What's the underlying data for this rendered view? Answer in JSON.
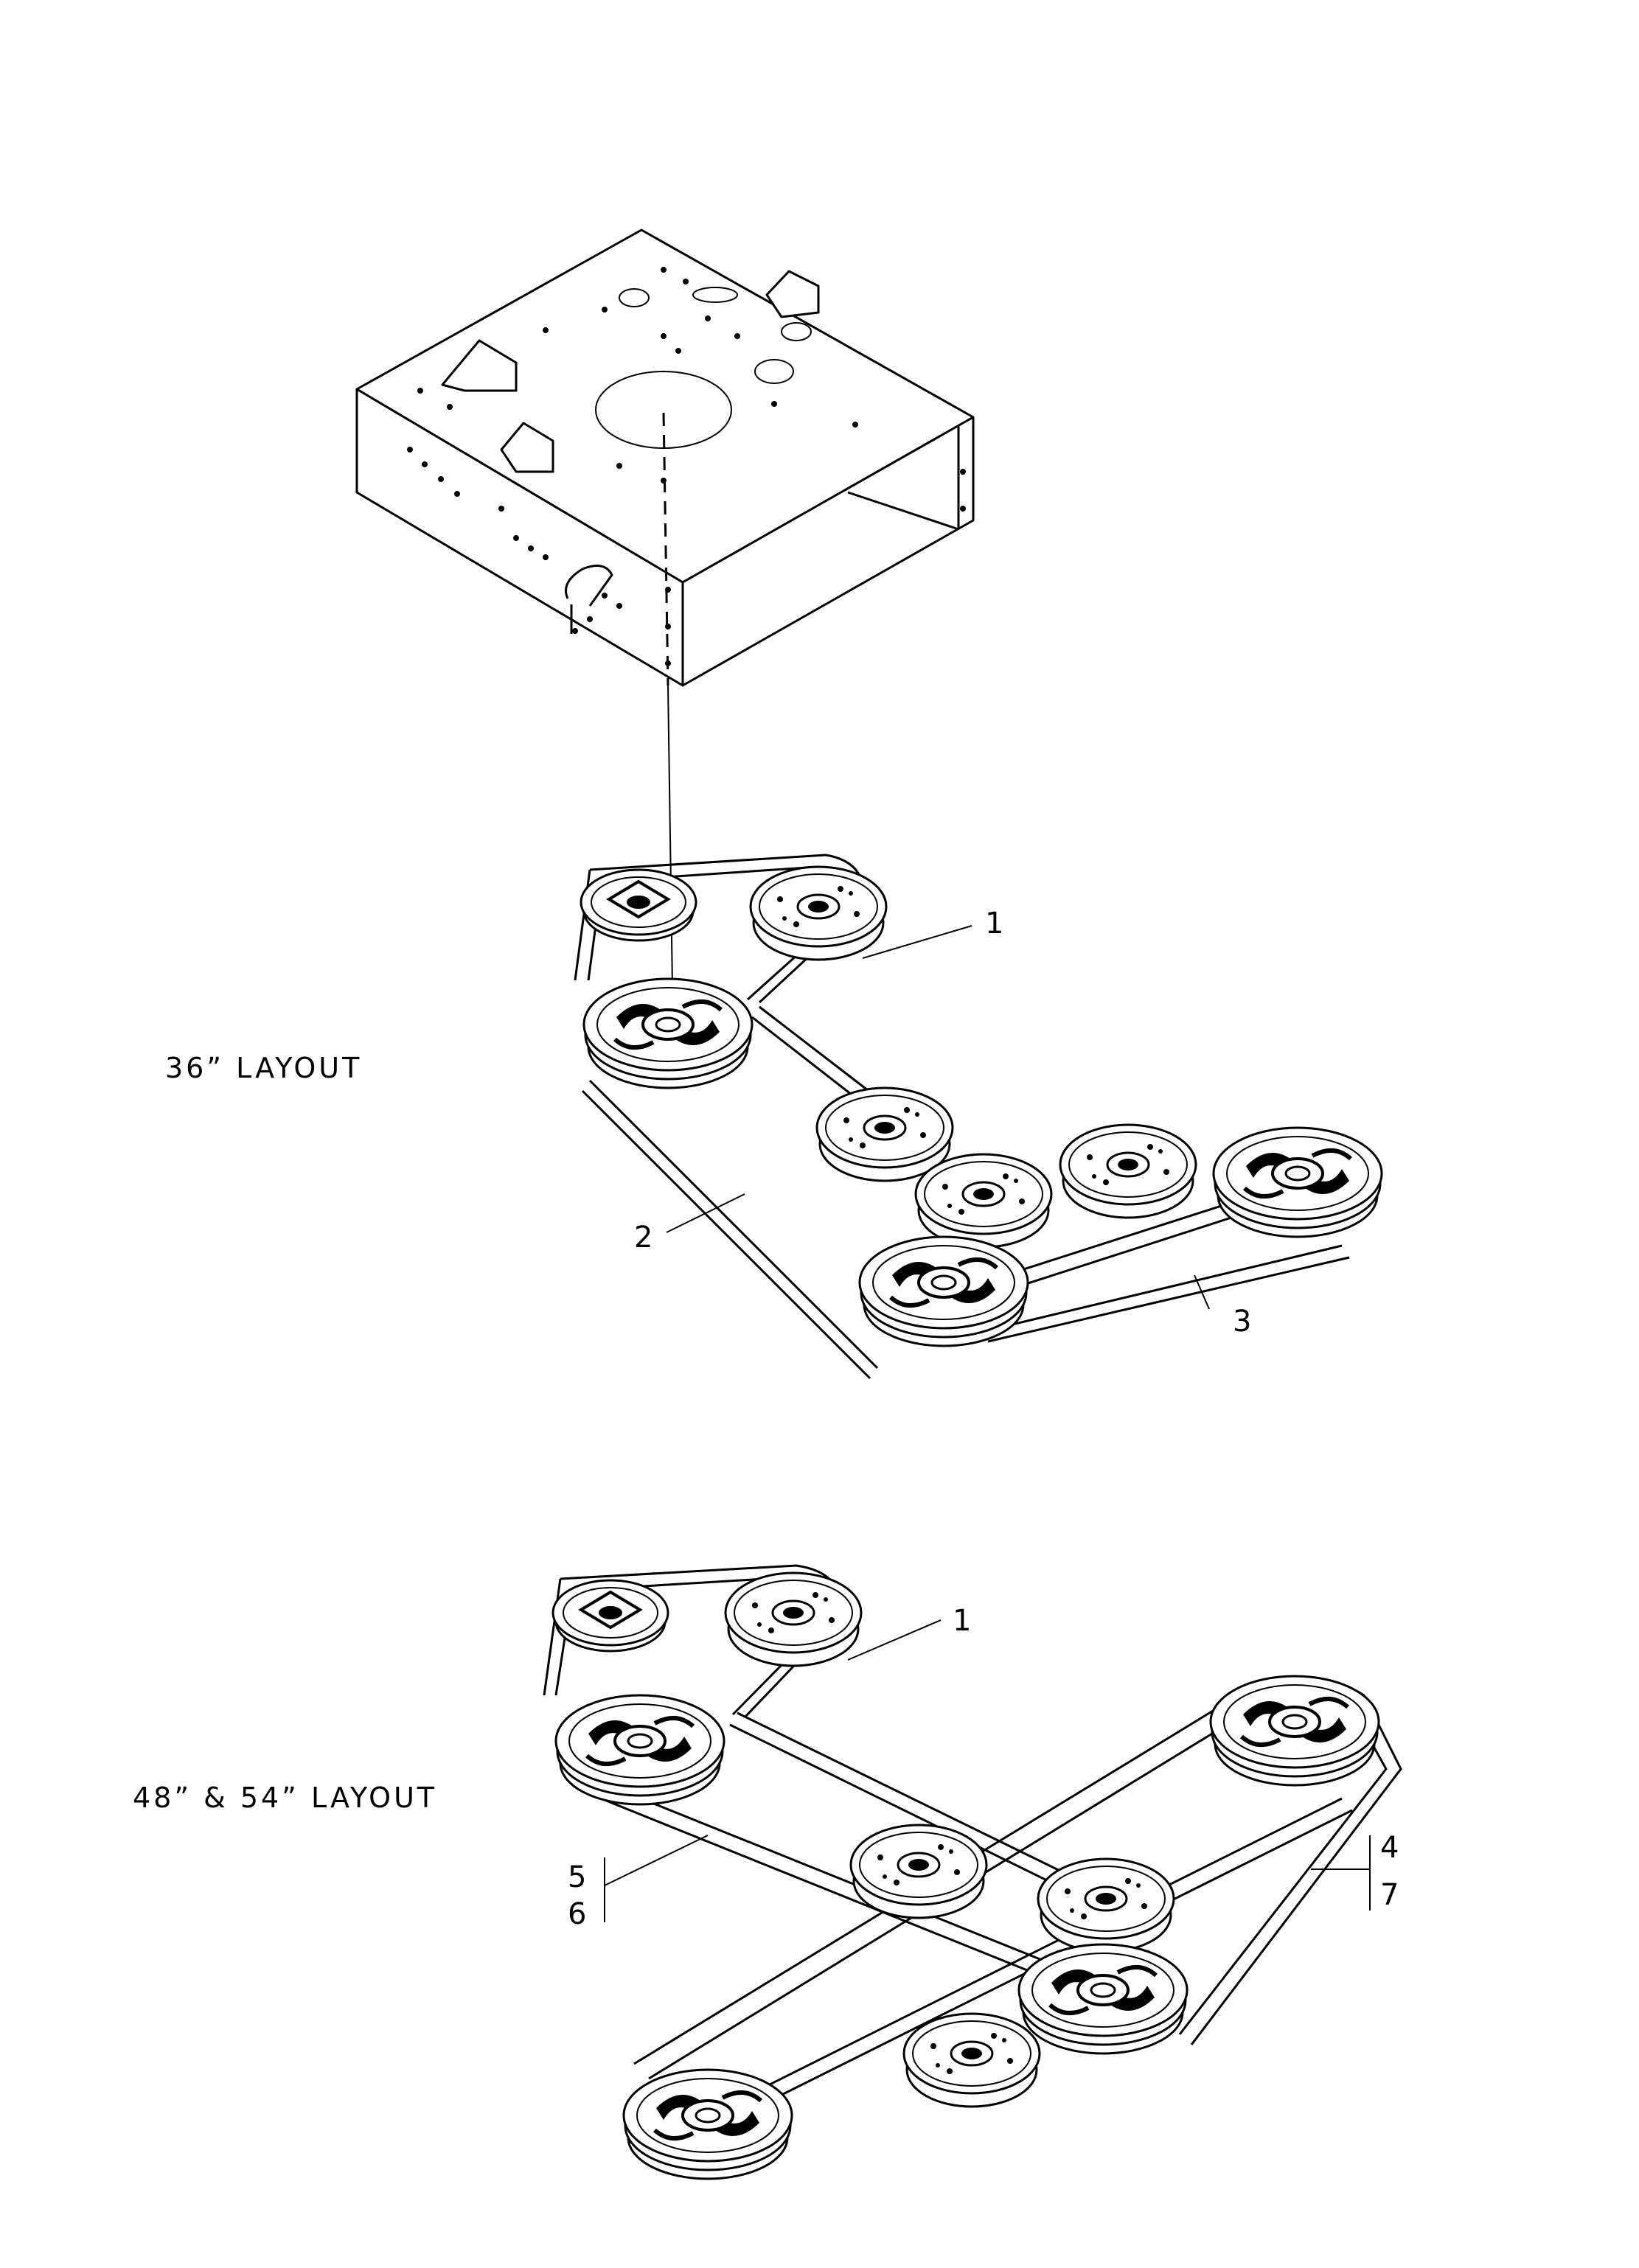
{
  "layouts": [
    {
      "label": "36” LAYOUT",
      "callouts": [
        "1",
        "2",
        "3"
      ]
    },
    {
      "label": "48” & 54” LAYOUT",
      "callouts": [
        "1",
        "5",
        "6",
        "4",
        "7"
      ]
    }
  ],
  "colors": {
    "ink": "#000000",
    "paper": "#ffffff"
  }
}
